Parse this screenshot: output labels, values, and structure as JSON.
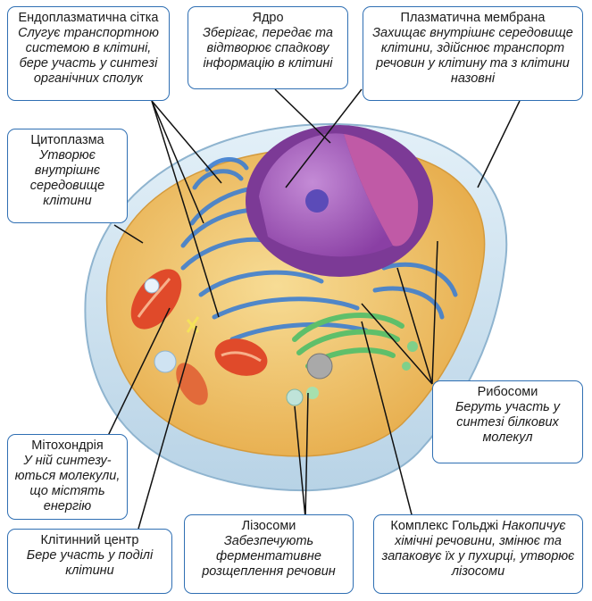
{
  "labels": {
    "er": {
      "title": "Ендоплазматична сітка",
      "desc": "Слугує транспортною системою в клітині, бере участь у синтезі органічних сполук"
    },
    "nucleus": {
      "title": "Ядро",
      "desc": "Зберігає, передає та відтворює спадкову інформацію в клітині"
    },
    "membrane": {
      "title": "Плазматична мембрана",
      "desc": "Захищає внутрішнє середовище клітини, здійснює транспорт речовин у клітину та з клітини назовні"
    },
    "cytoplasm": {
      "title": "Цитоплазма",
      "desc": "Утворює внутрішнє середовище клітини"
    },
    "ribosomes": {
      "title": "Рибосоми",
      "desc": "Беруть участь у синтезі білкових молекул"
    },
    "mitochondria": {
      "title": "Мітохондрія",
      "desc": "У ній синтезу-ються молекули, що містять енергію"
    },
    "centrosome": {
      "title": "Клітинний центр",
      "desc": "Бере участь у поділі клітини"
    },
    "lysosomes": {
      "title": "Лізосоми",
      "desc": "Забезпечують ферментативне розщеплення речовин"
    },
    "golgi": {
      "title": "Комплекс Гольджі",
      "desc": "Накопичує хімічні речовини, змінює та запаковує їх у пухирці, утворює лізосоми"
    }
  },
  "colors": {
    "border": "#2f6fb3",
    "cytoplasm": "#f0c36a",
    "nucleus": "#a257b8",
    "er": "#3f7fd0",
    "golgi": "#5fbf6a",
    "mitochondria": "#e04a2a",
    "membrane": "#cfe3f2"
  }
}
